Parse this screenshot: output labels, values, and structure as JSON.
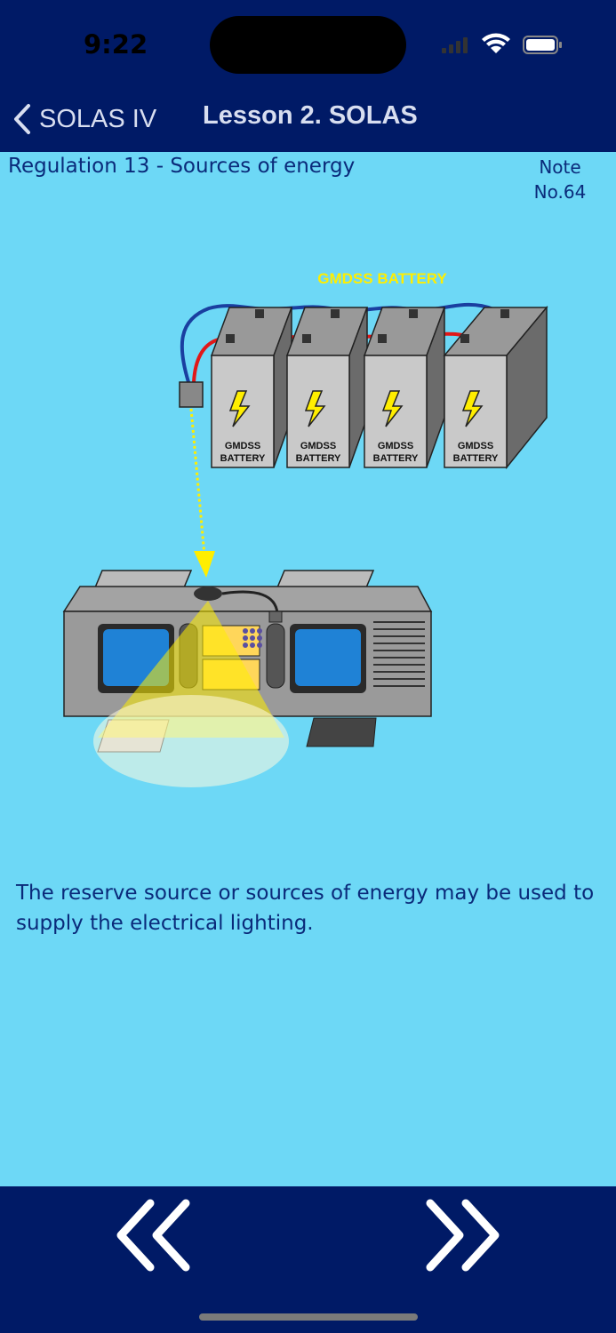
{
  "status_bar": {
    "time": "9:22",
    "icons": [
      "signal-icon",
      "wifi-icon",
      "battery-icon"
    ]
  },
  "nav": {
    "back_label": "SOLAS IV",
    "title": "Lesson 2. SOLAS"
  },
  "header": {
    "regulation": "Regulation 13 - Sources of energy",
    "note_label": "Note",
    "note_number": "No.64"
  },
  "illustration": {
    "heading": "GMDSS BATTERY",
    "battery_label_line1": "GMDSS",
    "battery_label_line2": "BATTERY",
    "batteries": [
      {
        "line1": "GMDSS",
        "line2": "BATTERY"
      },
      {
        "line1": "GMDSS",
        "line2": "BATTERY"
      },
      {
        "line1": "GMDSS",
        "line2": "BATTERY"
      },
      {
        "line1": "GMDSS",
        "line2": "BATTERY"
      }
    ]
  },
  "body": {
    "text": "The reserve source or sources of energy may be used to supply the electrical lighting."
  },
  "footer": {
    "prev_icon": "double-chevron-left-icon",
    "next_icon": "double-chevron-right-icon"
  },
  "colors": {
    "bar_bg": "#001a66",
    "page_bg": "#6dd8f6",
    "text": "#0a2a7a",
    "accent_yellow": "#ffee00"
  }
}
